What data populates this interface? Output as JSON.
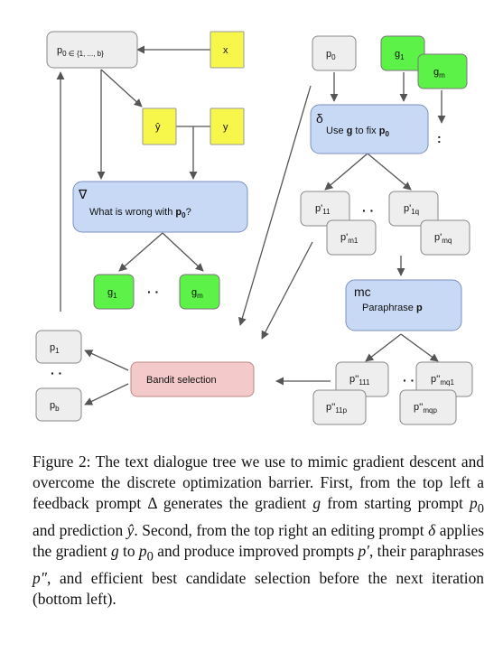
{
  "diagram": {
    "nodes": {
      "p0_all": "p",
      "p0_all_sub": "0 ∈ {1, ..., b}",
      "x": "x",
      "yhat": "ŷ",
      "y": "y",
      "nabla_symbol": "∇",
      "nabla_text": "What is wrong with ",
      "nabla_bold": "p",
      "nabla_bold_sub": "0",
      "nabla_end": "?",
      "g1_left": "g",
      "g1_left_sub": "1",
      "gm_left": "g",
      "gm_left_sub": "m",
      "p0_top": "p",
      "p0_top_sub": "0",
      "g1_right": "g",
      "g1_right_sub": "1",
      "gm_right": "g",
      "gm_right_sub": "m",
      "delta_symbol": "δ",
      "delta_text_pre": "Use ",
      "delta_bold_g": "g",
      "delta_text_mid": " to fix ",
      "delta_bold_p": "p",
      "delta_bold_p_sub": "0",
      "pp11": "p'",
      "pp11_sub": "11",
      "ppm1": "p'",
      "ppm1_sub": "m1",
      "pp1q": "p'",
      "pp1q_sub": "1q",
      "ppmq": "p'",
      "ppmq_sub": "mq",
      "mc_symbol": "mc",
      "mc_text": "Paraphrase ",
      "mc_bold": "p",
      "ppp111": "p''",
      "ppp111_sub": "111",
      "ppp11p": "p''",
      "ppp11p_sub": "11p",
      "pppmq1": "p''",
      "pppmq1_sub": "mq1",
      "pppmqp": "p''",
      "pppmqp_sub": "mqp",
      "bandit": "Bandit selection",
      "p1": "p",
      "p1_sub": "1",
      "pb": "p",
      "pb_sub": "b"
    },
    "dots": "· ·"
  },
  "caption": {
    "label": "Figure 2:",
    "t1": " The text dialogue tree we use to mimic gradient descent and overcome the discrete optimization barrier. First, from the top left a feedback prompt ",
    "m1": "Δ",
    "t2": " generates the gradient ",
    "m2": "g",
    "t3": " from starting prompt ",
    "m3": "p",
    "m3sub": "0",
    "t4": " and prediction ",
    "m4": "ŷ",
    "t5": ". Second, from the top right an editing prompt ",
    "m5": "δ",
    "t6": " applies the gradient ",
    "m6": "g",
    "t7": " to ",
    "m7": "p",
    "m7sub": "0",
    "t8": " and produce improved prompts ",
    "m8": "p′",
    "t9": ", their paraphrases ",
    "m9": "p″",
    "t10": ", and efficient best candidate selection before the next iteration (bottom left)."
  }
}
